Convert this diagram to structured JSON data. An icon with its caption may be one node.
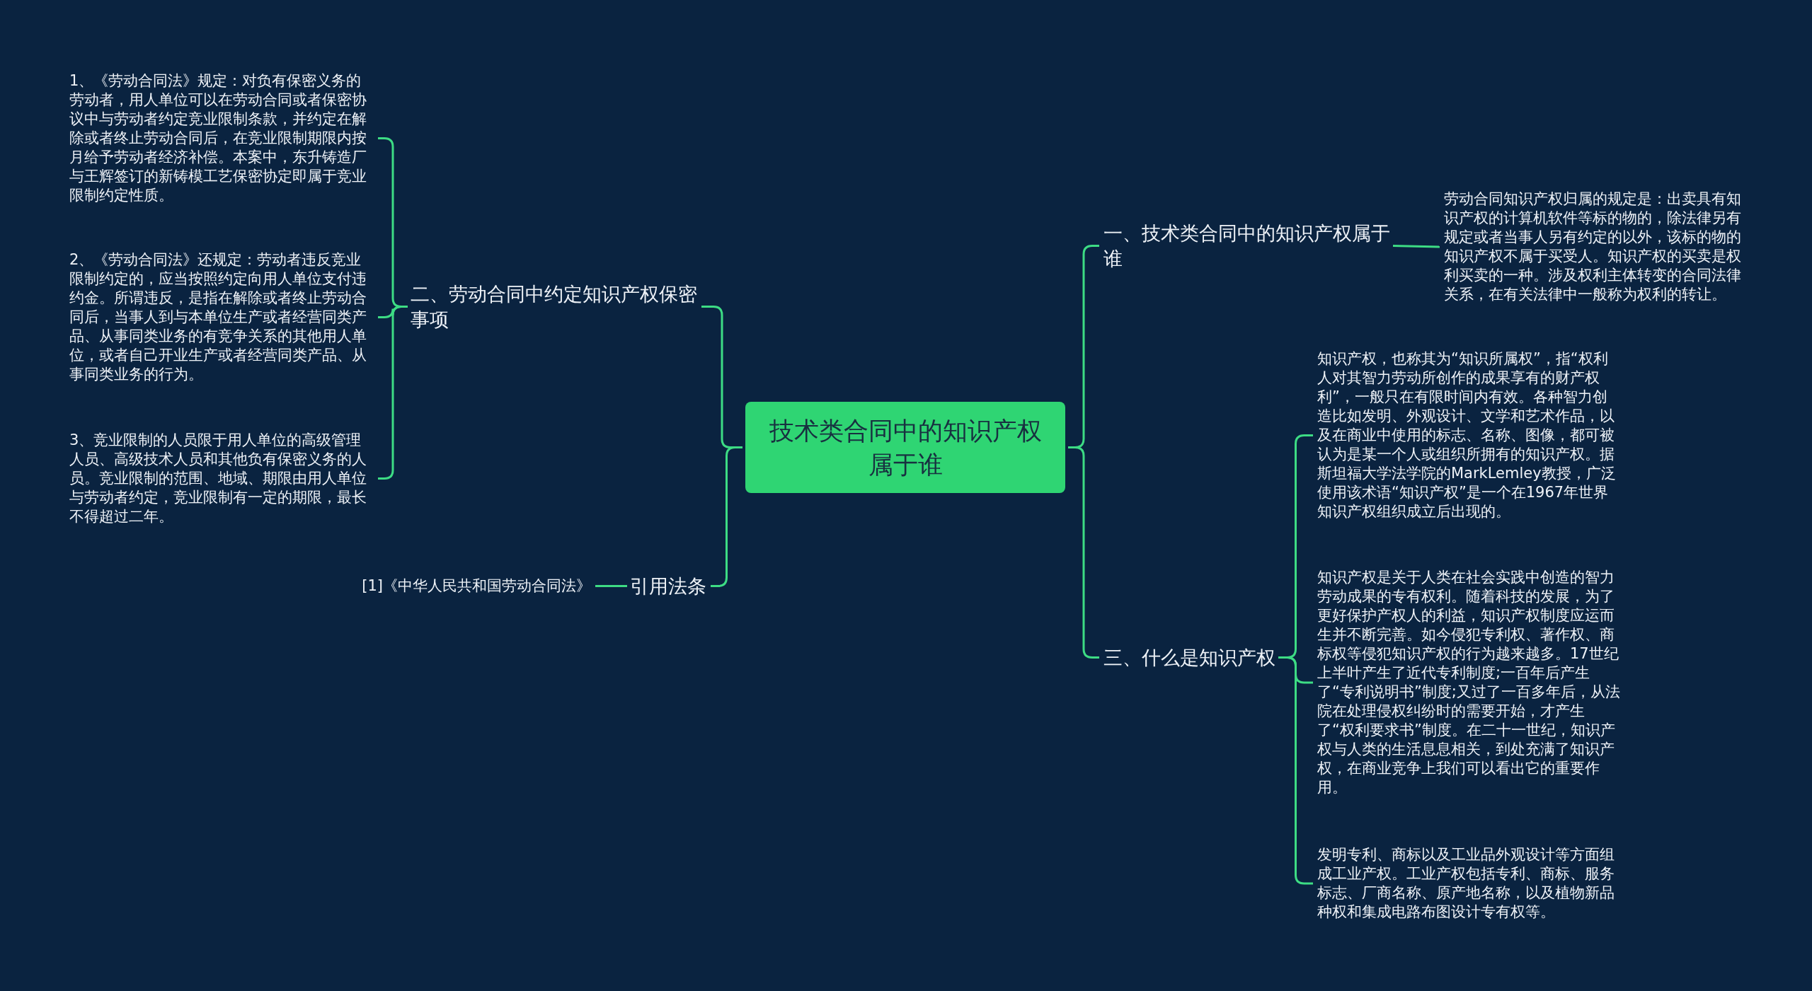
{
  "diagram": {
    "nodes": [
      {
        "text": [
          "技术类合同中的知识产权属于谁"
        ]
      },
      {
        "text": [
          "一、技术类合同中的知识产权属于谁"
        ]
      },
      {
        "text": [
          "劳动合同知识产权归属的规定是：出卖具有知识产权的计算机软件等标的物的，除法律另有规定或者当事人另有约定的以外，该标的物的知识产权不属于买受人。知识产权的买卖是权利买卖的一种。涉及权利主体转变的合同法律关系，在有关法律中一般称为权利的转让。"
        ]
      },
      {
        "text": [
          "三、什么是知识产权"
        ]
      },
      {
        "text": [
          "知识产权，也称其为“知识所属权”，指“权利人对其智力劳动所创作的成果享有的财产权利”，一般只在有限时间内有效。各种智力创造比如发明、外观设计、文学和艺术作品，以及在商业中使用的标志、名称、图像，都可被认为是某一个人或组织所拥有的知识产权。据斯坦福大学法学院的MarkLemley教授，广泛使用该术语“知识产权”是一个在1967年世界知识产权组织成立后出现的。"
        ]
      },
      {
        "text": [
          "知识产权是关于人类在社会实践中创造的智力劳动成果的专有权利。随着科技的发展，为了更好保护产权人的利益，知识产权制度应运而生并不断完善。如今侵犯专利权、著作权、商标权等侵犯知识产权的行为越来越多。17世纪上半叶产生了近代专利制度;一百年后产生了“专利说明书”制度;又过了一百多年后，从法院在处理侵权纠纷时的需要开始，才产生了“权利要求书”制度。在二十一世纪，知识产权与人类的生活息息相关，到处充满了知识产权，在商业竞争上我们可以看出它的重要作用。"
        ]
      },
      {
        "text": [
          "发明专利、商标以及工业品外观设计等方面组成工业产权。工业产权包括专利、商标、服务标志、厂商名称、原产地名称，以及植物新品种权和集成电路布图设计专有权等。"
        ]
      },
      {
        "text": [
          "二、劳动合同中约定知识产权保密事项"
        ]
      },
      {
        "text": [
          "1、《劳动合同法》规定：对负有保密义务的劳动者，用人单位可以在劳动合同或者保密协议中与劳动者约定竞业限制条款，并约定在解除或者终止劳动合同后，在竞业限制期限内按月给予劳动者经济补偿。本案中，东升铸造厂与王辉签订的新铸模工艺保密协定即属于竞业限制约定性质。"
        ]
      },
      {
        "text": [
          "2、《劳动合同法》还规定：劳动者违反竞业限制约定的，应当按照约定向用人单位支付违约金。所谓违反，是指在解除或者终止劳动合同后，当事人到与本单位生产或者经营同类产品、从事同类业务的有竞争关系的其他用人单位，或者自己开业生产或者经营同类产品、从事同类业务的行为。"
        ]
      },
      {
        "text": [
          "3、竞业限制的人员限于用人单位的高级管理人员、高级技术人员和其他负有保密义务的人员。竞业限制的范围、地域、期限由用人单位与劳动者约定，竞业限制有一定的期限，最长不得超过二年。"
        ]
      },
      {
        "text": [
          "引用法条"
        ]
      },
      {
        "text": [
          "[1]《中华人民共和国劳动合同法》"
        ]
      }
    ],
    "edges": [
      {
        "from": 0,
        "to": 1,
        "arrow": "none"
      },
      {
        "from": 1,
        "to": 2,
        "arrow": "none"
      },
      {
        "from": 0,
        "to": 3,
        "arrow": "none"
      },
      {
        "from": 3,
        "to": 4,
        "arrow": "none"
      },
      {
        "from": 3,
        "to": 5,
        "arrow": "none"
      },
      {
        "from": 3,
        "to": 6,
        "arrow": "none"
      },
      {
        "from": 0,
        "to": 7,
        "arrow": "none"
      },
      {
        "from": 7,
        "to": 8,
        "arrow": "none"
      },
      {
        "from": 7,
        "to": 9,
        "arrow": "none"
      },
      {
        "from": 7,
        "to": 10,
        "arrow": "none"
      },
      {
        "from": 0,
        "to": 11,
        "arrow": "none"
      },
      {
        "from": 11,
        "to": 12,
        "arrow": "none"
      }
    ]
  }
}
